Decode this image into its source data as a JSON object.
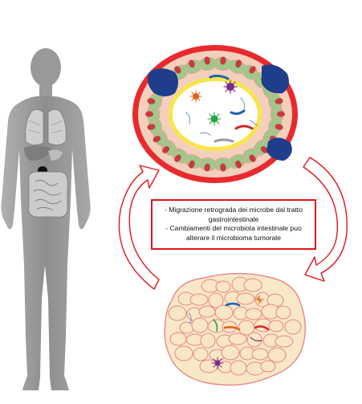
{
  "caption": {
    "line1": "- Migrazione retrograda dei microbe dal tratto",
    "line2": "gastrointestinale",
    "line3": "- Cambiamenti del microbiota intestinale puo",
    "line4": "alterare il microbioma tumorale"
  },
  "colors": {
    "arrow_outline": "#e0161b",
    "caption_border": "#e0161b",
    "silhouette": "#9a9a9a",
    "gut_ring": "#e82a2f",
    "epithelial_cell": "#9fc88a",
    "nucleus": "#c9393d",
    "goblet_cell": "#1e3d8a",
    "lumen_fringe": "#f7e64a",
    "tumor_fill": "#f8e8c8",
    "tumor_outline": "#e8868a"
  },
  "icons": [
    "human-body-silhouette",
    "lungs-icon",
    "liver-icon",
    "intestine-icon",
    "gut-cross-section",
    "tumor-tissue",
    "bacteria-icon"
  ]
}
